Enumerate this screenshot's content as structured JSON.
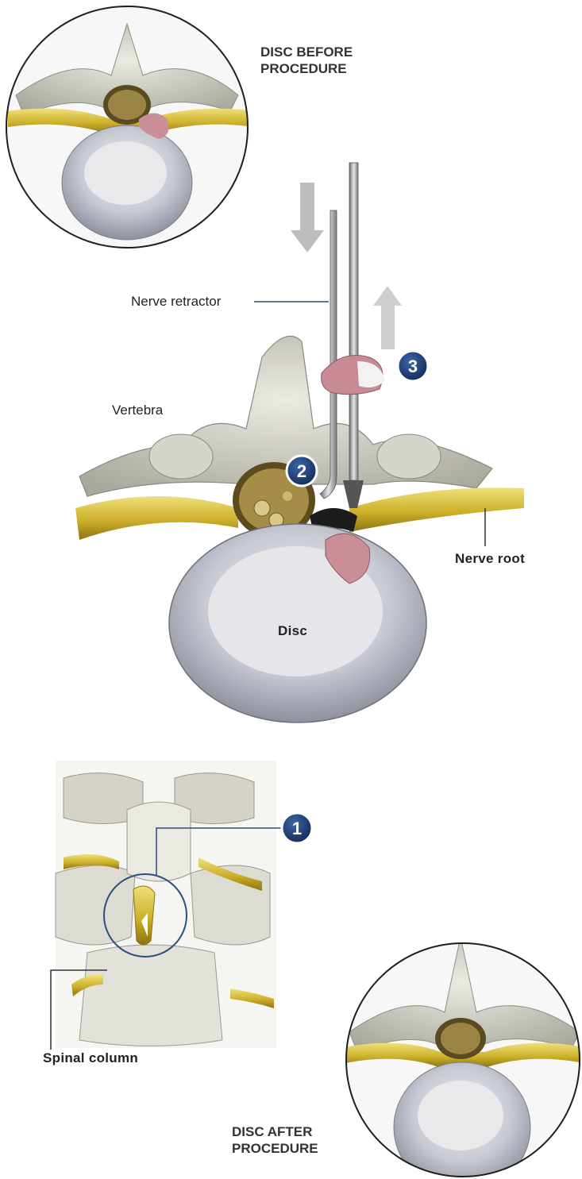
{
  "captions": {
    "disc_before": [
      "DISC BEFORE",
      "PROCEDURE"
    ],
    "disc_after": [
      "DISC AFTER",
      "PROCEDURE"
    ]
  },
  "labels": {
    "nerve_retractor": "Nerve retractor",
    "vertebra": "Vertebra",
    "nerve_root": "Nerve root",
    "disc": "Disc",
    "spinal_column": "Spinal column"
  },
  "steps": [
    "1",
    "2",
    "3"
  ],
  "colors": {
    "step_badge": "#1f3f73",
    "nerve": "#d9c23a",
    "bone": "#cfcfc6",
    "disc": "#b9bdca",
    "leader_line": "#2d4f7c"
  }
}
